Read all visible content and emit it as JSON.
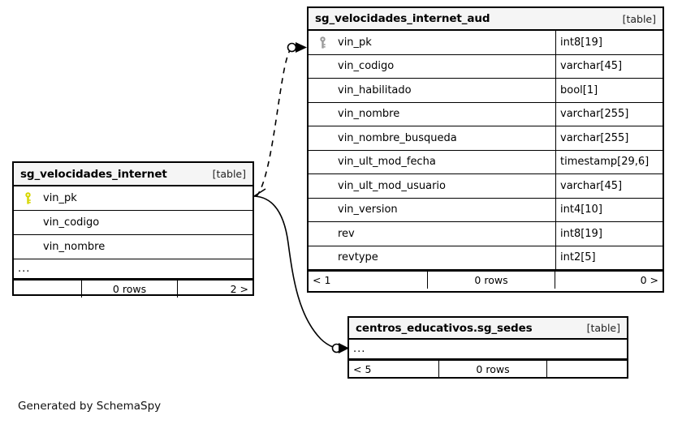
{
  "diagram": {
    "generator_caption": "Generated by SchemaSpy",
    "kind_label": "[table]",
    "ellipsis": "...",
    "colors": {
      "background": "#ffffff",
      "border": "#000000",
      "header_fill": "#f5f5f5",
      "primary_key_icon": "#d6d600",
      "foreign_key_icon": "#999999",
      "text": "#000000"
    }
  },
  "entities": {
    "aud": {
      "title": "sg_velocidades_internet_aud",
      "kind": "[table]",
      "columns": [
        {
          "name": "vin_pk",
          "type": "int8[19]",
          "key": "gray"
        },
        {
          "name": "vin_codigo",
          "type": "varchar[45]",
          "key": "none"
        },
        {
          "name": "vin_habilitado",
          "type": "bool[1]",
          "key": "none"
        },
        {
          "name": "vin_nombre",
          "type": "varchar[255]",
          "key": "none"
        },
        {
          "name": "vin_nombre_busqueda",
          "type": "varchar[255]",
          "key": "none"
        },
        {
          "name": "vin_ult_mod_fecha",
          "type": "timestamp[29,6]",
          "key": "none"
        },
        {
          "name": "vin_ult_mod_usuario",
          "type": "varchar[45]",
          "key": "none"
        },
        {
          "name": "vin_version",
          "type": "int4[10]",
          "key": "none"
        },
        {
          "name": "rev",
          "type": "int8[19]",
          "key": "none"
        },
        {
          "name": "revtype",
          "type": "int2[5]",
          "key": "none"
        }
      ],
      "footer": {
        "left": "< 1",
        "middle": "0 rows",
        "right": "0 >"
      }
    },
    "main": {
      "title": "sg_velocidades_internet",
      "kind": "[table]",
      "columns": [
        {
          "name": "vin_pk",
          "type": "",
          "key": "yellow"
        },
        {
          "name": "vin_codigo",
          "type": "",
          "key": "none"
        },
        {
          "name": "vin_nombre",
          "type": "",
          "key": "none"
        }
      ],
      "ellipsis": "...",
      "footer": {
        "left": "",
        "middle": "0 rows",
        "right": "2 >"
      }
    },
    "sedes": {
      "title": "centros_educativos.sg_sedes",
      "kind": "[table]",
      "ellipsis": "...",
      "footer": {
        "left": "< 5",
        "middle": "0 rows",
        "right": ""
      }
    }
  },
  "relationships": [
    {
      "name": "main-to-aud",
      "style": "dashed",
      "from": "sg_velocidades_internet.vin_pk",
      "to": "sg_velocidades_internet_aud.vin_pk"
    },
    {
      "name": "main-to-sedes",
      "style": "solid",
      "from": "sg_velocidades_internet.vin_pk",
      "to": "centros_educativos.sg_sedes"
    }
  ]
}
